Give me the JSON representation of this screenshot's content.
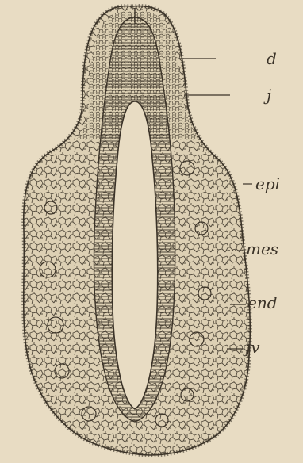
{
  "figure": {
    "labels": {
      "d": "d",
      "j": "j",
      "epi": "epi",
      "mes": "mes",
      "end": "end",
      "jv": "jv"
    }
  },
  "colors": {
    "paper": "#e8dcc3",
    "ink": "#3b3328",
    "tissue": "#ddd0b4"
  }
}
